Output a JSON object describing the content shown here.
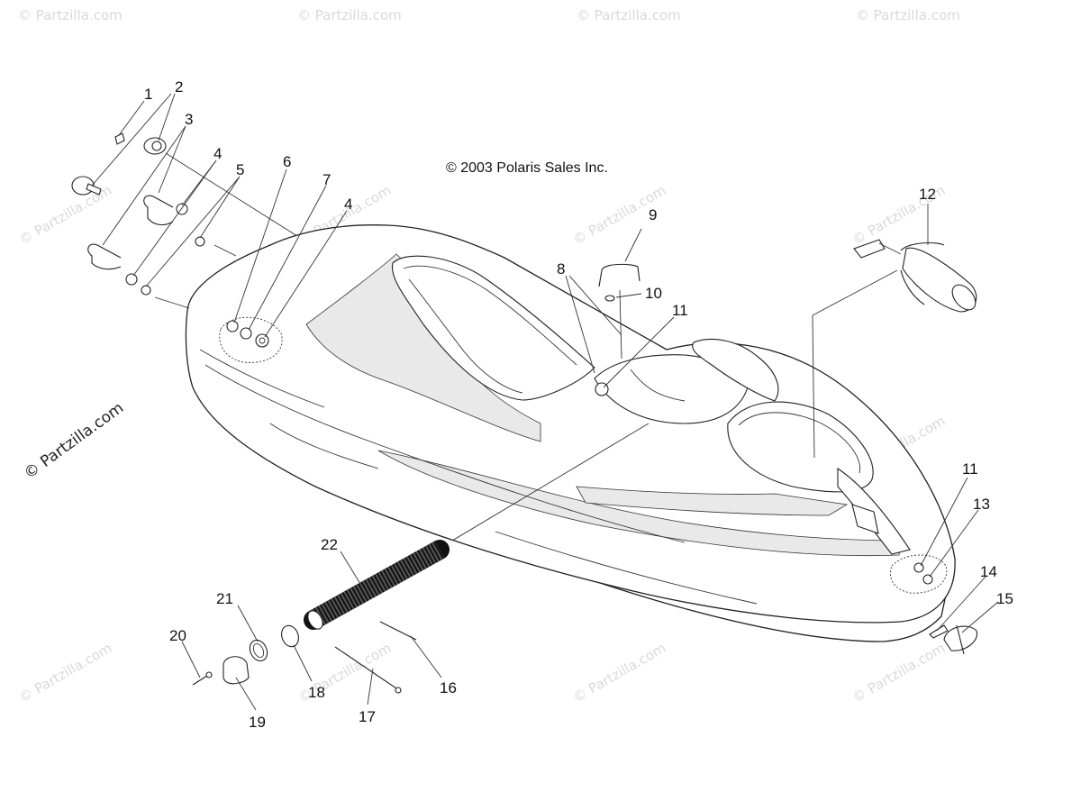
{
  "copyright": "© 2003 Polaris Sales Inc.",
  "watermark": "© Partzilla.com",
  "side_watermark": "© Partzilla.com",
  "callouts": {
    "c1": "1",
    "c2": "2",
    "c3": "3",
    "c4a": "4",
    "c5": "5",
    "c6": "6",
    "c7": "7",
    "c4b": "4",
    "c8": "8",
    "c9": "9",
    "c10": "10",
    "c11a": "11",
    "c11b": "11",
    "c12": "12",
    "c13": "13",
    "c14": "14",
    "c15": "15",
    "c16": "16",
    "c17": "17",
    "c18": "18",
    "c19": "19",
    "c20": "20",
    "c21": "21",
    "c22": "22"
  }
}
